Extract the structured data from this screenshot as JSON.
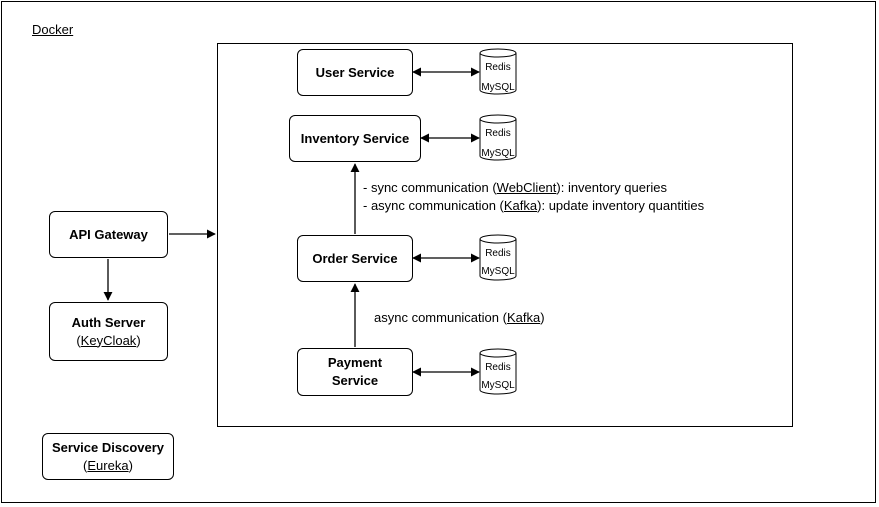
{
  "docker_label": "Docker",
  "services": {
    "user": "User Service",
    "inventory": "Inventory Service",
    "order": "Order Service",
    "payment_line1": "Payment",
    "payment_line2": "Service"
  },
  "api_gateway": "API Gateway",
  "auth_server": {
    "title": "Auth Server",
    "paren_open": "(",
    "link": "KeyCloak",
    "paren_close": ")"
  },
  "service_discovery": {
    "title": "Service Discovery",
    "paren_open": "(",
    "link": "Eureka",
    "paren_close": ")"
  },
  "databases": {
    "redis": "Redis",
    "mysql": "MySQL"
  },
  "notes": {
    "sync": {
      "prefix": "- sync communication (",
      "link": "WebClient",
      "suffix": "): inventory queries"
    },
    "async_inventory": {
      "prefix": "- async communication (",
      "link": "Kafka",
      "suffix": "): update inventory quantities"
    },
    "async_order": {
      "prefix": "async communication (",
      "link": "Kafka",
      "suffix": ")"
    }
  }
}
